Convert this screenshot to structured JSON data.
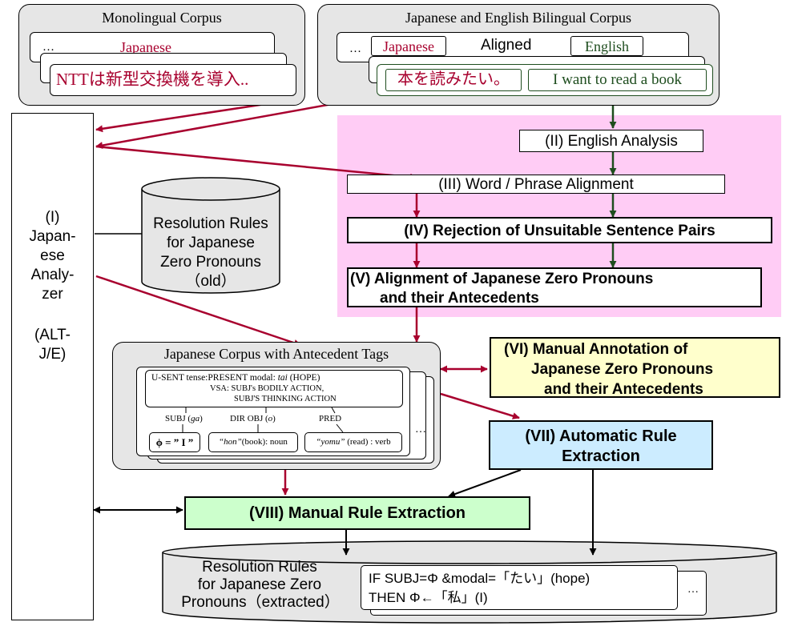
{
  "colors": {
    "red": "#a8002e",
    "green": "#1e4d1e",
    "pink": "#ffccf5",
    "yellow": "#ffffcc",
    "blue": "#ccecff",
    "green_light": "#ccffcc",
    "gray": "#e6e6e6"
  },
  "mono": {
    "title": "Monolingual Corpus",
    "ellipsis": "…",
    "back_label": "Japanese",
    "front_text": "NTTは新型交換機を導入.."
  },
  "bili": {
    "title": "Japanese and English Bilingual Corpus",
    "ellipsis": "…",
    "japanese": "Japanese",
    "aligned": "Aligned",
    "english": "English",
    "jp_sentence": "本を読みたい。",
    "en_sentence": "I want to read a book"
  },
  "analyzer": {
    "lines": [
      "(I)",
      "Japan-",
      "ese",
      "Analy-",
      "zer",
      "",
      "(ALT-",
      "J/E)"
    ]
  },
  "old_rules": {
    "lines": [
      "Resolution Rules",
      "for Japanese",
      "Zero Pronouns",
      "（old）"
    ]
  },
  "steps": {
    "english_analysis": "(II) English Analysis",
    "word_alignment": "(III) Word / Phrase Alignment",
    "rejection": "(IV) Rejection of Unsuitable Sentence Pairs",
    "alignment_line1": "(V) Alignment of Japanese Zero Pronouns",
    "alignment_line2": "and their Antecedents",
    "manual_annotation_lines": [
      "(VI) Manual Annotation of",
      "Japanese Zero Pronouns",
      "and their Antecedents"
    ],
    "automatic_lines": [
      "(VII) Automatic Rule",
      "Extraction"
    ],
    "manual_rule": "(VIII) Manual Rule Extraction"
  },
  "tagged_corpus": {
    "title": "Japanese Corpus with Antecedent Tags",
    "usent_prefix": "U-SENT tense:PRESENT  modal: ",
    "usent_tai": "tai",
    "usent_suffix": " (HOPE)",
    "vsa_line1": "VSA: SUBJ's BODILY ACTION,",
    "vsa_line2": "SUBJ'S THINKING ACTION",
    "subj_label": "SUBJ (",
    "subj_case": "ga",
    "subj_close": ")",
    "dirobj_label": "DIR OBJ (",
    "dirobj_case": "o",
    "dirobj_close": ")",
    "pred_label": "PRED",
    "phi": "ϕ = ”  I ”",
    "hon_word": "“hon”",
    "hon_rest": "(book): noun",
    "yomu_word": "“yomu”",
    "yomu_rest": " (read) : verb",
    "ellipsis": "…"
  },
  "extracted": {
    "lines": [
      "Resolution Rules",
      "for Japanese Zero",
      "Pronouns（extracted）"
    ],
    "rule_line1": "IF   SUBJ=Φ &modal=「たい」(hope)",
    "rule_line2": "THEN   Φ←「私」(I)",
    "ellipsis": "…"
  }
}
